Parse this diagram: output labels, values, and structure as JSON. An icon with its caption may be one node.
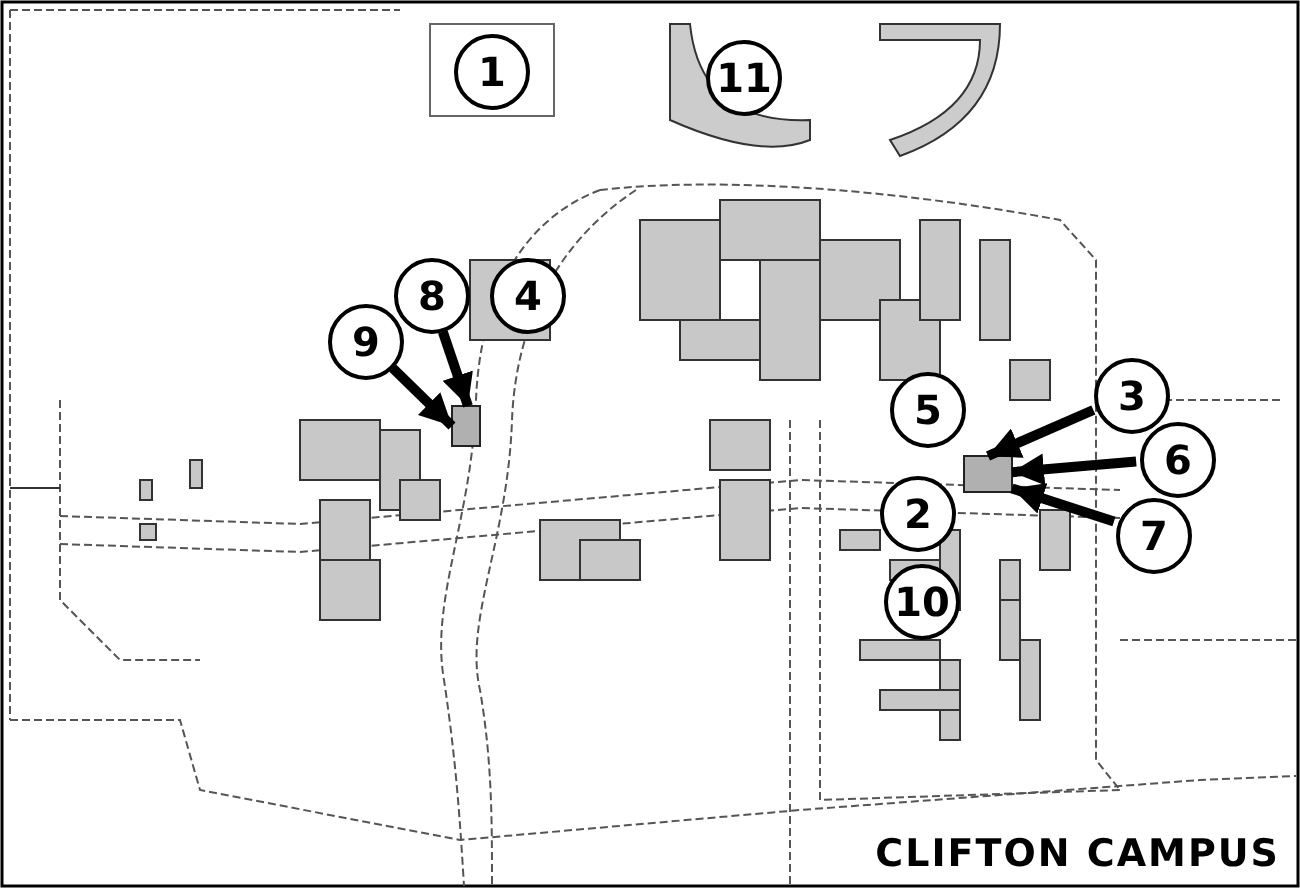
{
  "diagram": {
    "title": "CLIFTON CAMPUS",
    "nodes": [
      {
        "text": [
          "1"
        ]
      },
      {
        "text": [
          "11"
        ]
      },
      {
        "text": [
          "4"
        ]
      },
      {
        "text": [
          "8"
        ]
      },
      {
        "text": [
          "9"
        ]
      },
      {
        "text": [
          "3"
        ]
      },
      {
        "text": [
          "5"
        ]
      },
      {
        "text": [
          "6"
        ]
      },
      {
        "text": [
          "2"
        ]
      },
      {
        "text": [
          "7"
        ]
      },
      {
        "text": [
          "10"
        ]
      },
      {
        "text": [],
        "shape": "box"
      },
      {
        "text": [],
        "shape": "box"
      }
    ],
    "edges": [
      {
        "from": 4,
        "to": 11,
        "arrow": "to"
      },
      {
        "from": 3,
        "to": 11,
        "arrow": "to"
      },
      {
        "from": 5,
        "to": 12,
        "arrow": "to"
      },
      {
        "from": 7,
        "to": 12,
        "arrow": "to"
      },
      {
        "from": 9,
        "to": 12,
        "arrow": "to"
      }
    ]
  }
}
